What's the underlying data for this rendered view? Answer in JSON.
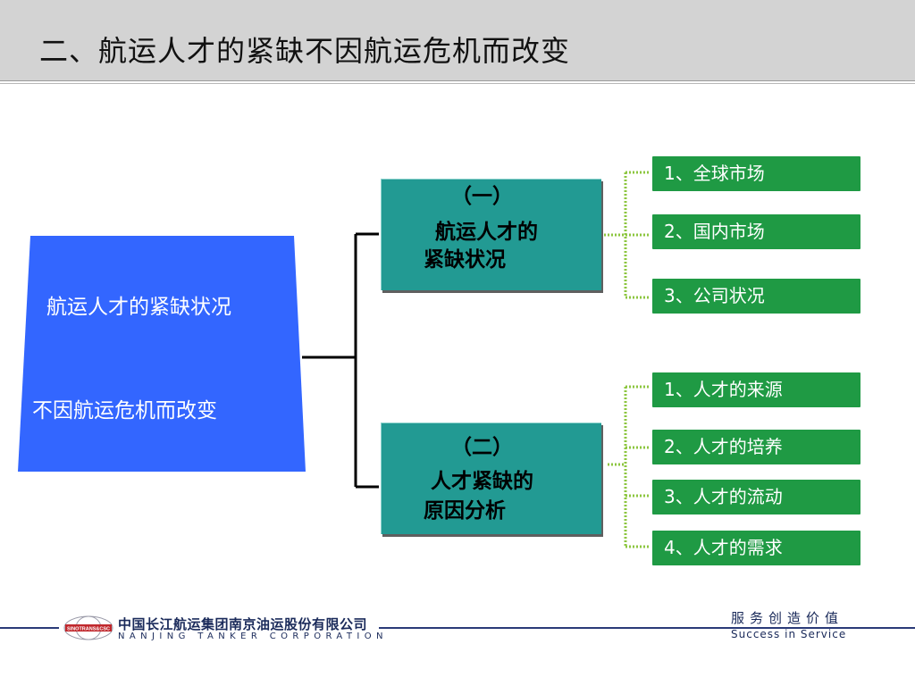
{
  "title": "二、航运人才的紧缺不因航运危机而改变",
  "main_box": {
    "line1": "航运人才的紧缺状况",
    "line2": "不因航运危机而改变",
    "color": "#3366ff"
  },
  "branches": [
    {
      "number": "（一）",
      "line1": "航运人才的",
      "line2": "紧缺状况",
      "items": [
        "1、全球市场",
        "2、国内市场",
        "3、公司状况"
      ]
    },
    {
      "number": "（二）",
      "line1": "人才紧缺的",
      "line2": "原因分析",
      "items": [
        "1、人才的来源",
        "2、人才的培养",
        "3、人才的流动",
        "4、人才的需求"
      ]
    }
  ],
  "colors": {
    "branch": "#229a93",
    "leaf": "#1f9a44",
    "connector_dotted": "#8cc63f"
  },
  "footer": {
    "logo_text": "SINOTRANS&CSC",
    "company_cn": "中国长江航运集团南京油运股份有限公司",
    "company_en": "NANJING TANKER CORPORATION",
    "slogan_cn": "服务创造价值",
    "slogan_en": "Success in Service"
  }
}
